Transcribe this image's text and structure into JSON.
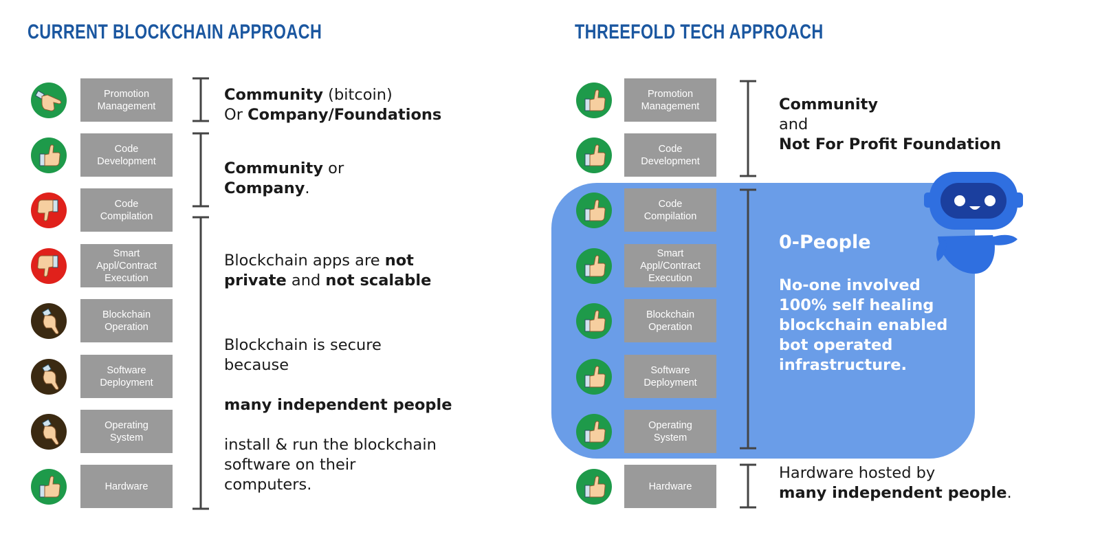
{
  "left": {
    "title": "CURRENT BLOCKCHAIN APPROACH",
    "layers": [
      {
        "label": "Promotion\nManagement",
        "icon": "pointing-hand-icon",
        "icon_color": "#1e9a4a"
      },
      {
        "label": "Code\nDevelopment",
        "icon": "thumbs-up-icon",
        "icon_color": "#1e9a4a"
      },
      {
        "label": "Code\nCompilation",
        "icon": "thumbs-down-icon",
        "icon_color": "#e0211b"
      },
      {
        "label": "Smart\nAppl/Contract\nExecution",
        "icon": "thumbs-down-icon",
        "icon_color": "#e0211b"
      },
      {
        "label": "Blockchain\nOperation",
        "icon": "pointing-down-hand-icon",
        "icon_color": "#3b2a12"
      },
      {
        "label": "Software\nDeployment",
        "icon": "pointing-down-hand-icon",
        "icon_color": "#3b2a12"
      },
      {
        "label": "Operating\nSystem",
        "icon": "pointing-down-hand-icon",
        "icon_color": "#3b2a12"
      },
      {
        "label": "Hardware",
        "icon": "thumbs-up-icon",
        "icon_color": "#1e9a4a"
      }
    ],
    "text1": {
      "a": "Community",
      "b": " (bitcoin)",
      "c": "Or ",
      "d": "Company/Foundations"
    },
    "text2": {
      "a": "Community",
      "b": " or",
      "c": "Company",
      "d": "."
    },
    "text3": {
      "a": "Blockchain apps are ",
      "b": "not",
      "c": "private",
      "d": " and ",
      "e": "not scalable"
    },
    "text4": {
      "l1": "Blockchain is secure",
      "l2": "because",
      "l3": "many independent people",
      "l4": "install & run the blockchain",
      "l5": "software on their",
      "l6": "computers."
    }
  },
  "right": {
    "title": "THREEFOLD TECH APPROACH",
    "layers": [
      {
        "label": "Promotion\nManagement",
        "icon": "thumbs-up-icon",
        "icon_color": "#1e9a4a"
      },
      {
        "label": "Code\nDevelopment",
        "icon": "thumbs-up-icon",
        "icon_color": "#1e9a4a"
      },
      {
        "label": "Code\nCompilation",
        "icon": "thumbs-up-icon",
        "icon_color": "#1e9a4a"
      },
      {
        "label": "Smart\nAppl/Contract\nExecution",
        "icon": "thumbs-up-icon",
        "icon_color": "#1e9a4a"
      },
      {
        "label": "Blockchain\nOperation",
        "icon": "thumbs-up-icon",
        "icon_color": "#1e9a4a"
      },
      {
        "label": "Software\nDeployment",
        "icon": "thumbs-up-icon",
        "icon_color": "#1e9a4a"
      },
      {
        "label": "Operating\nSystem",
        "icon": "thumbs-up-icon",
        "icon_color": "#1e9a4a"
      },
      {
        "label": "Hardware",
        "icon": "thumbs-up-icon",
        "icon_color": "#1e9a4a"
      }
    ],
    "text1": {
      "l1": "Community",
      "l2": "and",
      "l3": "Not For Profit Foundation"
    },
    "text2": {
      "heading": "0-People",
      "l1": "No-one involved",
      "l2": "100% self healing",
      "l3": "blockchain enabled",
      "l4": "bot operated",
      "l5": "infrastructure."
    },
    "text3": {
      "a": "Hardware hosted by",
      "b": "many independent people",
      "c": "."
    },
    "panel_color": "#6a9de8",
    "robot_icon": "robot-icon"
  },
  "colors": {
    "title": "#1b57a0",
    "layer_box": "#9a9a9a",
    "bracket": "#444444"
  }
}
